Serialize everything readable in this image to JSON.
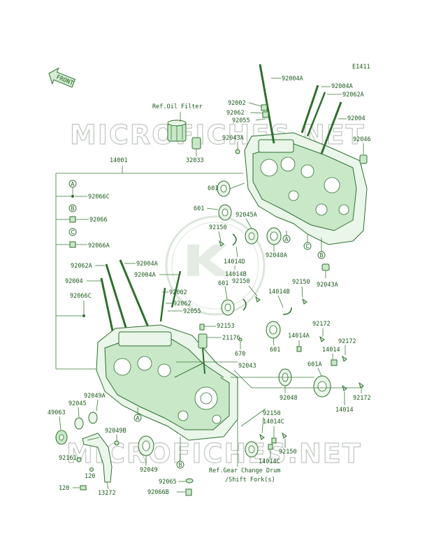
{
  "diagram_code": "E1411",
  "front_label": "FRONT",
  "watermarks": [
    "MICROFICHES.NET",
    "MICROFICHES.NET"
  ],
  "ref_oil_filter": "Ref.Oil Filter",
  "ref_gear_change": [
    "Ref.Gear Change Drum",
    "/Shift Fork(s)"
  ],
  "callout_letters": [
    "A",
    "B",
    "C",
    "A",
    "C",
    "B",
    "A",
    "B"
  ],
  "labels": {
    "l92004A_top": "92004A",
    "l92002_top": "92002",
    "l92004A_right": "92004A",
    "l92062A_right": "92062A",
    "l92062_top": "92062",
    "l92055_top": "92055",
    "l92004_right": "92004",
    "l92043A_top": "92043A",
    "l92046": "92046",
    "l32033": "32033",
    "l14001": "14001",
    "l92066C_top": "92066C",
    "l92066": "92066",
    "l92066A": "92066A",
    "l601_a": "601",
    "l601_b": "601",
    "l92045A": "92045A",
    "l92150_a": "92150",
    "l14014D": "14014D",
    "l14014B_a": "14014B",
    "l92048A": "92048A",
    "l92043A_b": "92043A",
    "l92062A_left": "92062A",
    "l92004A_left1": "92004A",
    "l92004A_left2": "92004A",
    "l92004_left": "92004",
    "l92066C_left": "92066C",
    "l601_c": "601",
    "l92150_b": "92150",
    "l14014B_b": "14014B",
    "l92150_c": "92150",
    "l92002_mid": "92002",
    "l92062_mid": "92062",
    "l92055_mid": "92055",
    "l92153": "92153",
    "l21176": "21176",
    "l670": "670",
    "l601_d": "601",
    "l14014A": "14014A",
    "l92172_a": "92172",
    "l14014_a": "14014",
    "l92172_b": "92172",
    "l92043": "92043",
    "l601A": "601A",
    "l92048": "92048",
    "l14014_b": "14014",
    "l92172_c": "92172",
    "l92049A": "92049A",
    "l49063": "49063",
    "l92045": "92045",
    "l92049B": "92049B",
    "l92150_d": "92150",
    "l14014C_a": "14014C",
    "l92150_e": "92150",
    "l14014C_b": "14014C",
    "l92161": "92161",
    "l120_a": "120",
    "l120_b": "120",
    "l92049": "92049",
    "l13272": "13272",
    "l92065": "92065",
    "l92066B": "92066B"
  },
  "colors": {
    "line": "#3a7a3a",
    "part_fill": "#c8e8c8",
    "text": "#1a5a1a",
    "watermark": "#bfc6bf"
  }
}
